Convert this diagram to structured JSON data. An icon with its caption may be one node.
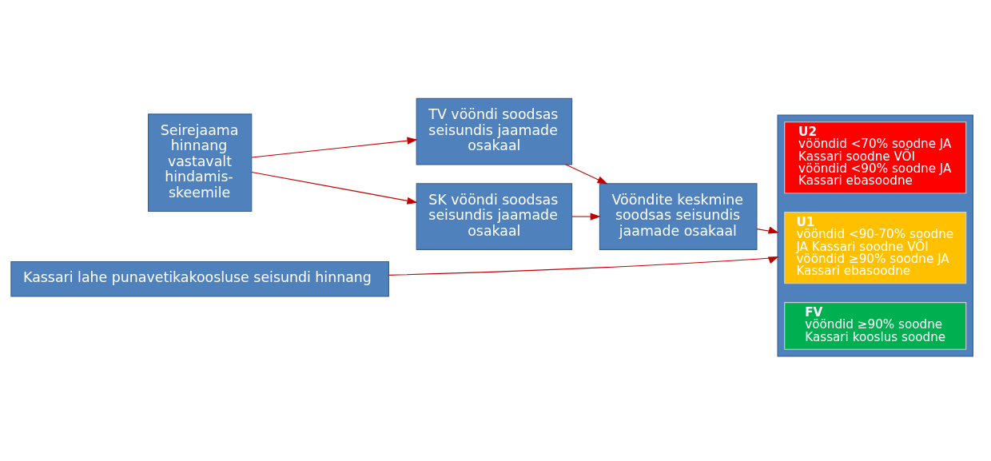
{
  "diagram": {
    "nodes": [
      {
        "text": [
          "Seirejaama hinnang vastavalt hindamis-skeemile"
        ]
      },
      {
        "text": [
          "TV vööndi soodsas seisundis jaamade osakaal"
        ]
      },
      {
        "text": [
          "SK vööndi soodsas seisundis jaamade osakaal"
        ]
      },
      {
        "text": [
          "Vööndite keskmine soodsas seisundis jaamade osakaal"
        ]
      },
      {
        "text": [
          "Kassari lahe punavetikakoosluse seisundi hinnang"
        ]
      },
      {
        "text": [],
        "shape": "box"
      },
      {
        "text": [
          "FV",
          "vööndid ≥90% soodne Kassari kooslus soodne"
        ],
        "in": 5
      },
      {
        "text": [
          "U1",
          "vööndid <90-70% soodne JA Kassari soodne VÕI vööndid ≥90% soodne JA Kassari ebasoodne"
        ],
        "in": 5
      },
      {
        "text": [
          "U2",
          "vööndid <70% soodne JA Kassari soodne VÕI vööndid <90% soodne JA Kassari ebasoodne"
        ],
        "in": 5
      }
    ],
    "edges": [
      {
        "from": 0,
        "to": 1,
        "arrow": "to"
      },
      {
        "from": 0,
        "to": 2,
        "arrow": "to"
      },
      {
        "from": 1,
        "to": 3,
        "arrow": "to"
      },
      {
        "from": 2,
        "to": 3,
        "arrow": "to"
      },
      {
        "from": 3,
        "to": 5,
        "arrow": "to"
      },
      {
        "from": 4,
        "to": 5,
        "arrow": "to"
      }
    ]
  }
}
